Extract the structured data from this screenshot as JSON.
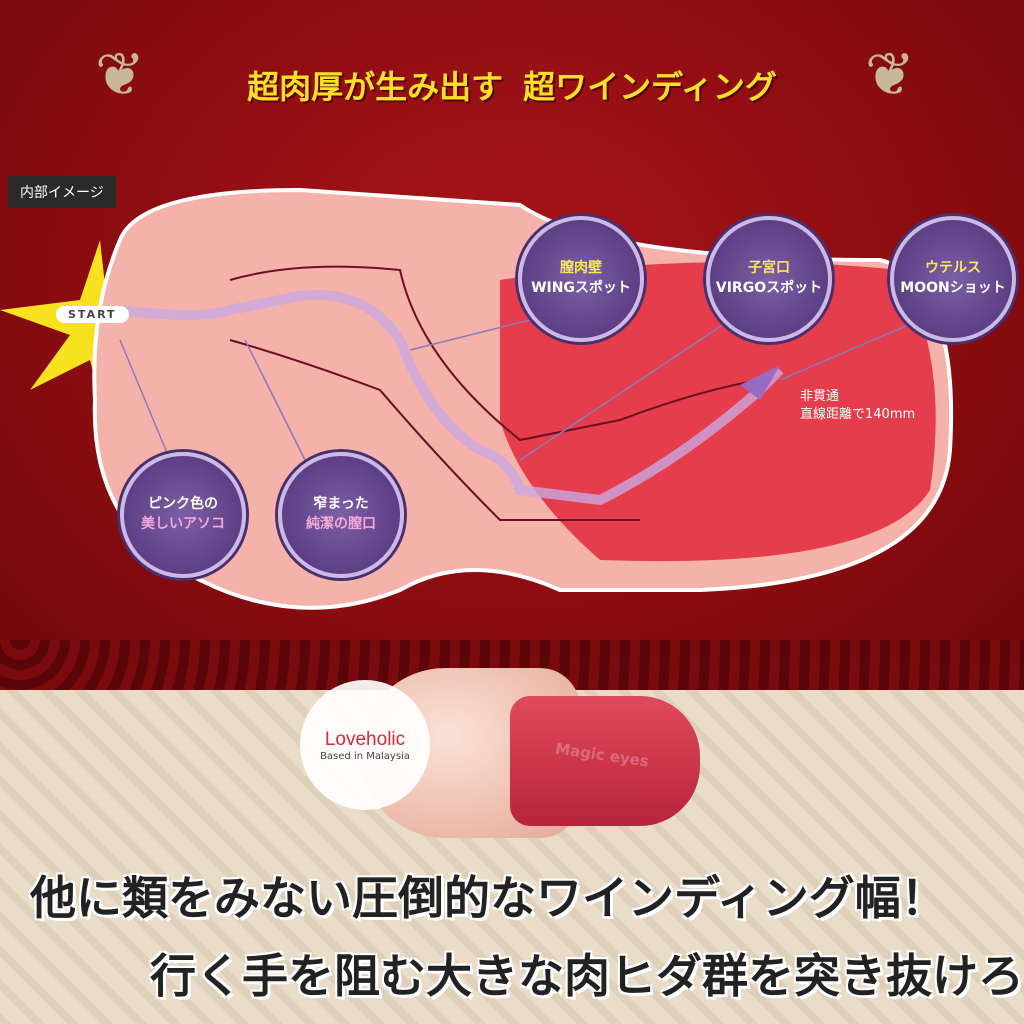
{
  "header": {
    "title_part1": "超肉厚が生み出す",
    "title_part2": "超ワインディング"
  },
  "diagram": {
    "tag": "内部イメージ",
    "start": "START",
    "callouts": [
      {
        "line1": "膣肉壁",
        "line2": "WINGスポット"
      },
      {
        "line1": "子宮口",
        "line2": "VIRGOスポット"
      },
      {
        "line1": "ウテルス",
        "line2": "MOONショット"
      },
      {
        "line1": "ピンク色の",
        "line2": "美しいアソコ"
      },
      {
        "line1": "窄まった",
        "line2": "純潔の膣口"
      }
    ],
    "note_line1": "非貫通",
    "note_line2": "直線距離で140mm"
  },
  "product": {
    "brand_mark": "Magic eyes"
  },
  "watermark": {
    "name": "Loveholic",
    "sub": "Based in Malaysia"
  },
  "slogans": [
    "他に類をみない圧倒的なワインディング幅！",
    "行く手を阻む大きな肉ヒダ群を突き抜けろ！"
  ],
  "colors": {
    "accent": "#f7e02a",
    "background": "#8e0f12",
    "bubble": "#5d3f86"
  }
}
